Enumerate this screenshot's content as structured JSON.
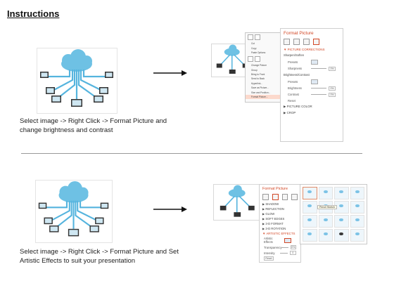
{
  "title": "Instructions",
  "step1": {
    "caption": "Select image -> Right Click -> Format Picture and change brightness and contrast",
    "panel": {
      "title": "Format Picture",
      "section_corrections": "▼ PICTURE CORRECTIONS",
      "sharpen": "Sharpen/Soften",
      "presets": "Presets",
      "sharpness": "Sharpness",
      "sharpness_val": "0%",
      "bc": "Brightness/Contrast",
      "presets2": "Presets",
      "brightness": "Brightness",
      "brightness_val": "0%",
      "contrast": "Contrast",
      "contrast_val": "0%",
      "reset": "Reset",
      "section_color": "▶ PICTURE COLOR",
      "section_crop": "▶ CROP"
    },
    "context_menu": [
      "Cut",
      "Copy",
      "Paste Options:",
      "",
      "Change Picture",
      "Group",
      "Bring to Front",
      "Send to Back",
      "Hyperlink...",
      "Save as Picture...",
      "Size and Position...",
      "Format Picture..."
    ]
  },
  "step2": {
    "caption": "Select image -> Right Click -> Format Picture and Set Artistic Effects to suit your presentation",
    "panel": {
      "title": "Format Picture",
      "items": [
        "▶ SHADOW",
        "▶ REFLECTION",
        "▶ GLOW",
        "▶ SOFT EDGES",
        "▶ 3-D FORMAT",
        "▶ 3-D ROTATION",
        "▼ ARTISTIC EFFECTS"
      ],
      "artistic": "Artistic Effects",
      "transparency": "Transparency",
      "transparency_val": "0%",
      "intensity": "Intensity",
      "intensity_val": "0",
      "reset": "Reset"
    },
    "gallery_tip": "Pencil Sketch"
  },
  "colors": {
    "accent": "#d24726",
    "cloud": "#6ec1e4",
    "divider": "#9a9a9a"
  }
}
